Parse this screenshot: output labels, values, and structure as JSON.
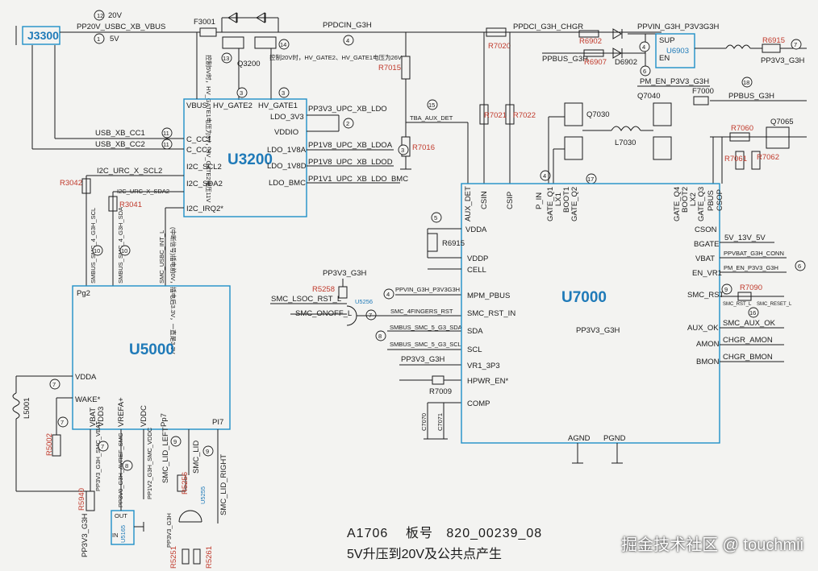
{
  "chips": {
    "j3300": "J3300",
    "u3200": "U3200",
    "u5000": "U5000",
    "u7000": "U7000",
    "u6903": "U6903",
    "u5165": "U5165",
    "u5165_out": "OUT",
    "u5165_in": "IN",
    "u5256": "U5256",
    "u5255": "U5255"
  },
  "top_nets": {
    "vbus_20v_num": "12",
    "vbus_20v": "20V",
    "vbus_5v_num": "1",
    "vbus_5v": "5V",
    "pp20v": "PP20V_USBC_XB_VBUS",
    "f3001": "F3001",
    "ppdcin": "PPDCIN_G3H",
    "ppdcin_num": "4",
    "ppdci_chgr": "PPDCI_G3H_CHGR",
    "ppvin": "PPVIN_G3H_P3V3G3H",
    "ppbus": "PPBUS_G3H",
    "pp3v3_g3h": "PP3V3_G3H",
    "pm_en": "PM_EN_P3V3_G3H",
    "ppbus_g3h2": "PPBUS_G3H",
    "sup": "SUP",
    "en": "EN",
    "num7a": "7",
    "num4b": "4",
    "num6": "6",
    "num18": "18",
    "num13": "13",
    "num14": "14",
    "num3a": "3",
    "num3b": "3",
    "q3200": "Q3200",
    "note_13": "控制5V时，HV_GATE1电压为5V，HV_GATE2电压11V",
    "note_14": "控制20V时，HV_GATE2、HV_GATE1电压为26V",
    "r7015": "R7015",
    "r7016": "R7016",
    "r7020": "R7020",
    "r7021": "R7021",
    "r7022": "R7022",
    "r6902": "R6902",
    "r6907": "R6907",
    "d6902": "D6902",
    "r6915": "R6915",
    "q7030": "Q7030",
    "q7040": "Q7040",
    "f7000": "F7000",
    "l7030": "L7030",
    "r7060": "R7060",
    "r7061": "R7061",
    "r7062": "R7062",
    "q7065": "Q7065",
    "tba_aux_det": "TBA_AUX_DET",
    "num15": "15",
    "num17": "17",
    "num4c": "4"
  },
  "u3200_pins": {
    "vbus": "VBUS",
    "hv_gate2": "HV_GATE2",
    "hv_gate1": "HV_GATE1",
    "c_cc1": "C_CC1",
    "c_cc2": "C_CC2",
    "i2c_scl2": "I2C_SCL2",
    "i2c_sda2": "I2C_SDA2",
    "i2c_irq2": "I2C_IRQ2*",
    "ldo_3v3": "LDO_3V3",
    "vddio": "VDDIO",
    "ldo_1v8a": "LDO_1V8A",
    "ldo_1v8d": "LDO_1V8D",
    "ldo_bmc": "LDO_BMC"
  },
  "u3200_nets": {
    "pp3v3_upc": "PP3V3_UPC_XB_LDO",
    "pp1v8_ldoa": "PP1V8_UPC_XB_LDOA",
    "pp1v8_ldod": "PP1V8_UPC_XB_LDOD",
    "pp1v1_bmc": "PP1V1_UPC_XB_LDO_BMC",
    "usb_cc1": "USB_XB_CC1",
    "usb_cc2": "USB_XB_CC2",
    "i2c_scl2": "I2C_URC_X_SCL2",
    "i2c_sda2": "I2C_URC_X_SDA2",
    "r3042": "R3042",
    "r3041": "R3041",
    "smbus_scl": "SMBUS_SMC_4_G3H_SCL",
    "smbus_sda": "SMBUS_SMC_4_G3H_SDA",
    "smc_usbc_int": "SMC_USBC_INT_L",
    "note_int": "(中断信号)插电前0V，插电后3.3V，一直是3.3V",
    "num11a": "11",
    "num11b": "11",
    "num2": "2",
    "num3c": "3",
    "num10a": "10",
    "num10b": "10"
  },
  "u5000_pins": {
    "pg2": "Pg2",
    "vdda": "VDDA",
    "wake": "WAKE*",
    "vbat": "VBAT",
    "vdd3": "VDD3",
    "vrefa": "VREFA+",
    "vddc": "VDDC",
    "pp7": "Pp7",
    "pi7": "PI7"
  },
  "u5000_nets": {
    "l5001": "L5001",
    "r5002": "R5002",
    "r5940": "R5940",
    "pp3v3_g3h": "PP3V3_G3H",
    "pp3v3_smc_vbat": "PP3V3_G3H_SMC_VBAT",
    "pp3v0_avref": "PP3V0_G3H_AVREF_SMC",
    "pp1v2_vddc": "PP1V2_G3H_SMC_VDDC",
    "smc_lid_left": "SMC_LID_LEFT",
    "smc_lid": "SMC_LID",
    "smc_lid_right": "SMC_LID_RIGHT",
    "r5256": "R5256",
    "r5251": "R5251",
    "r5261": "R5261",
    "pp3v3_u5255": "PP3V3_G3H",
    "num7a": "7",
    "num7b": "7",
    "num7c": "7",
    "num8": "8",
    "num9a": "9",
    "num9b": "9"
  },
  "mid_nets": {
    "pp3v3_g3h_a": "PP3V3_G3H",
    "r5258": "R5258",
    "smc_lsoc_rst": "SMC_LSOC_RST_L",
    "smc_onoff": "SMC_ONOFF_L",
    "num7": "7",
    "num4": "4",
    "num8": "8",
    "ppvin_g3h": "PPVIN_G3H_P3V3G3H",
    "smc_4fingers": "SMC_4FINGERS_RST",
    "smbus_sda": "SMBUS_SMC_5_G3_SDA",
    "smbus_scl": "SMBUS_SMC_5_G3_SCL",
    "pp3v3_g3h_b": "PP3V3_G3H",
    "r7009": "R7009",
    "c7070": "C7070",
    "c7071": "C7071"
  },
  "u7000_pins": {
    "aux_det": "AUX_DET",
    "csin": "CSIN",
    "csip": "CSIP",
    "p_in": "P_IN",
    "gate_q1": "GATE_Q1",
    "lx1": "LX1",
    "boot1": "BOOT1",
    "gate_q2": "GATE_Q2",
    "gate_q4": "GATE_Q4",
    "boot2": "BOOT2",
    "lx2": "LX2",
    "gate_q3": "GATE_Q3",
    "pbus": "PBUS",
    "csop": "CSOP",
    "vdda": "VDDA",
    "vddp": "VDDP",
    "cell": "CELL",
    "mpm_pbus": "MPM_PBUS",
    "smc_rst_in": "SMC_RST_IN",
    "sda": "SDA",
    "scl": "SCL",
    "vr1_3p3": "VR1_3P3",
    "hpwr_en": "HPWR_EN*",
    "comp": "COMP",
    "agnd": "AGND",
    "pgnd": "PGND",
    "cson": "CSON",
    "bgate": "BGATE",
    "vbat": "VBAT",
    "en_vr1": "EN_VR1",
    "smc_rst": "SMC_RST*",
    "aux_ok": "AUX_OK",
    "amon": "AMON",
    "bmon": "BMON",
    "pp3v3_g3h_c": "PP3V3_G3H"
  },
  "u7000_nets": {
    "r6915": "R6915",
    "num5": "5",
    "v5_13v": "5V_13V_5V",
    "ppvbat": "PPVBAT_G3H_CONN",
    "pm_en_p3v3": "PM_EN_P3V3_G3H",
    "num6": "6",
    "num9": "9",
    "r7090": "R7090",
    "smc_rst_l": "SMC_RST_L",
    "smc_reset_l": "SMC_RESET_L",
    "num16": "16",
    "smc_aux_ok": "SMC_AUX_OK",
    "chgr_amon": "CHGR_AMON",
    "chgr_bmon": "CHGR_BMON"
  },
  "footer": {
    "model": "A1706",
    "board_label": "板号",
    "board_number": "820_00239_08",
    "subtitle": "5V升压到20V及公共点产生"
  },
  "watermark": "掘金技术社区 @ touchmii"
}
